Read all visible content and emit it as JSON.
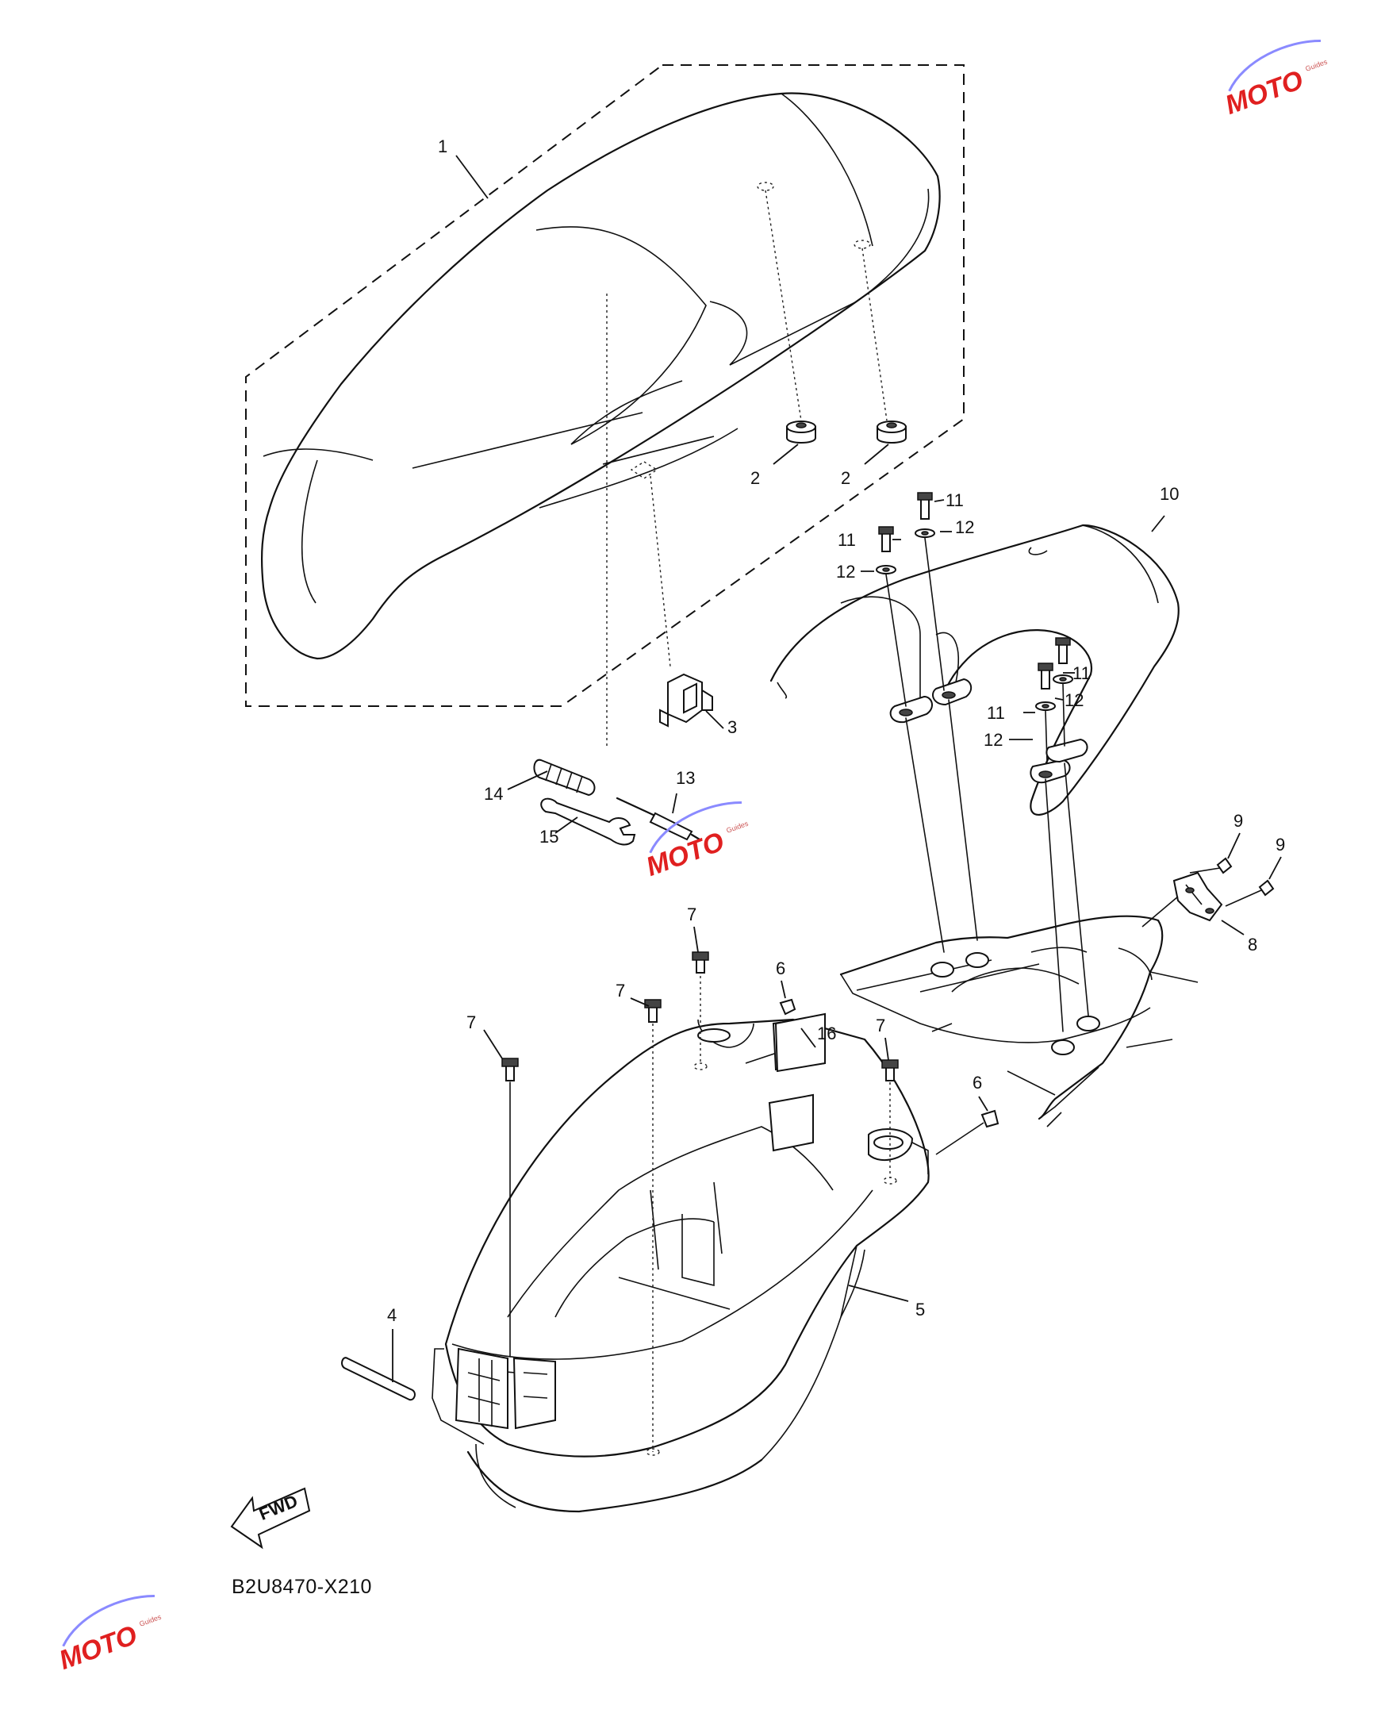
{
  "diagram": {
    "code": "B2U8470-X210",
    "fwd_label": "FWD",
    "callouts": {
      "c1": "1",
      "c2a": "2",
      "c2b": "2",
      "c3": "3",
      "c4": "4",
      "c5": "5",
      "c6a": "6",
      "c6b": "6",
      "c7a": "7",
      "c7b": "7",
      "c7c": "7",
      "c7d": "7",
      "c8": "8",
      "c9a": "9",
      "c9b": "9",
      "c10": "10",
      "c11a": "11",
      "c11b": "11",
      "c11c": "11",
      "c11d": "11",
      "c12a": "12",
      "c12b": "12",
      "c12c": "12",
      "c12d": "12",
      "c13": "13",
      "c14": "14",
      "c15": "15",
      "c16": "16"
    }
  },
  "watermark": {
    "text": "MOTO",
    "subtext": "Guides",
    "color": "#e02020"
  }
}
